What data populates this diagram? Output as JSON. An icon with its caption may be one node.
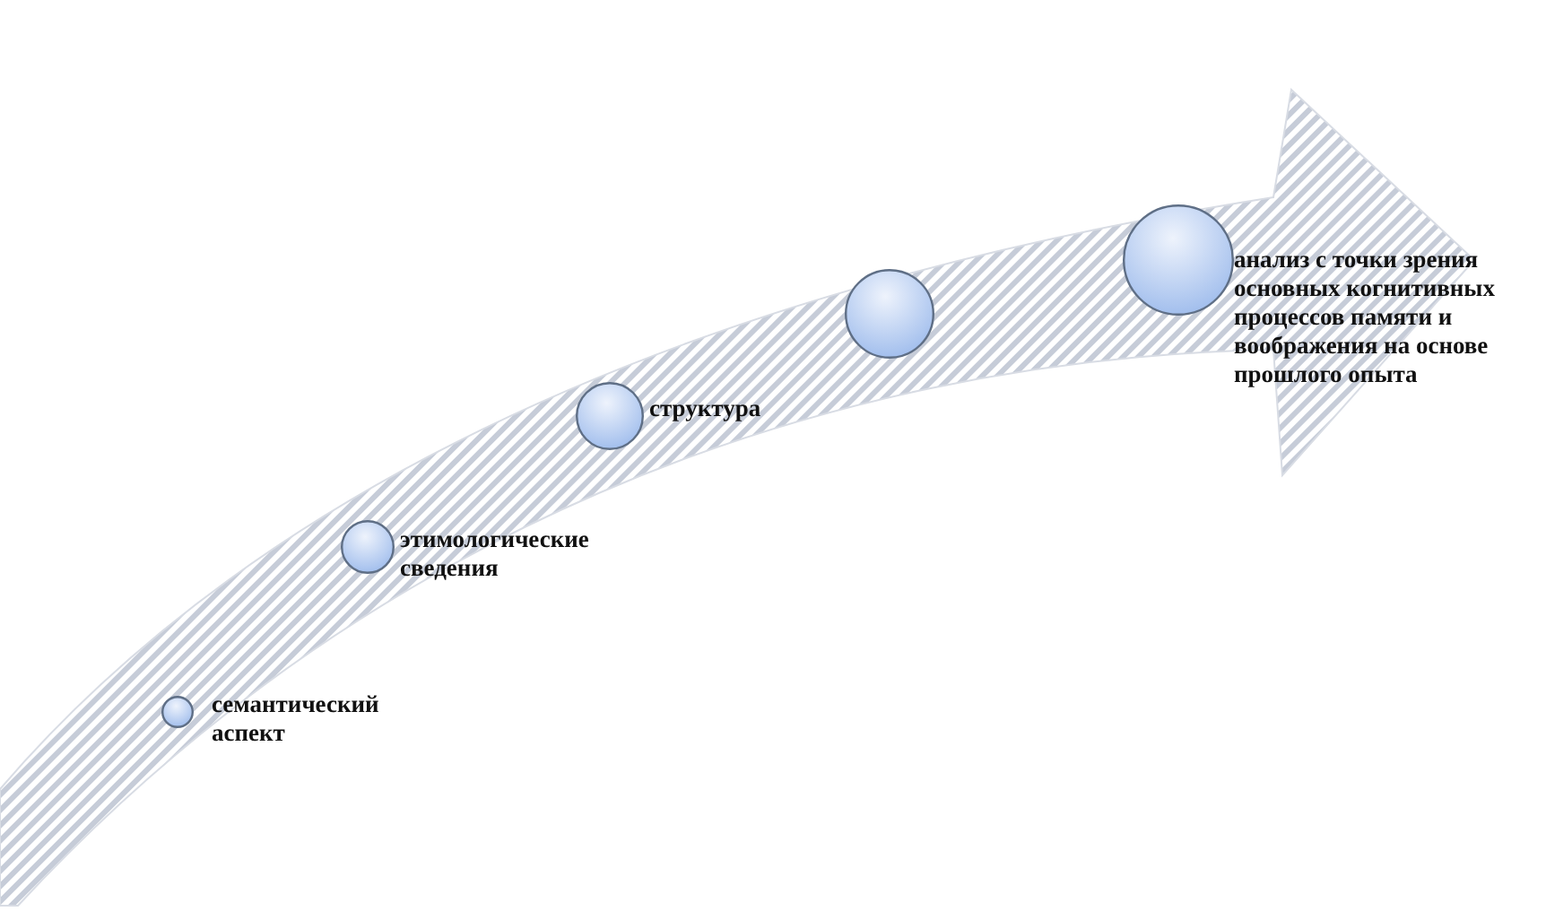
{
  "diagram": {
    "nodes": [
      {
        "text": [],
        "shape": "circle",
        "beside": [
          "семантический аспект"
        ]
      },
      {
        "text": [],
        "shape": "circle",
        "beside": [
          "этимологические сведения"
        ]
      },
      {
        "text": [],
        "shape": "circle",
        "beside": [
          "структура"
        ]
      },
      {
        "text": [],
        "shape": "circle"
      },
      {
        "text": [],
        "shape": "circle",
        "beside": [
          "анализ с точки зрения основных когнитивных процессов памяти и воображения на основе прошлого опыта"
        ]
      }
    ]
  }
}
